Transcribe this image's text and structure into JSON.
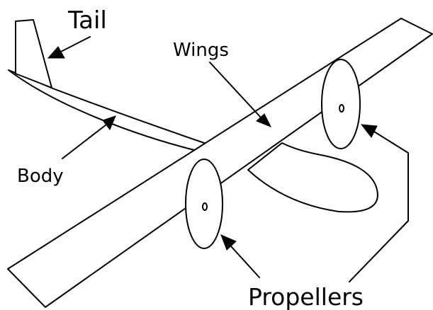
{
  "labels": {
    "tail": "Tail",
    "wings": "Wings",
    "body": "Body",
    "propellers": "Propellers"
  },
  "colors": {
    "stroke": "#000000",
    "fill": "#ffffff"
  }
}
